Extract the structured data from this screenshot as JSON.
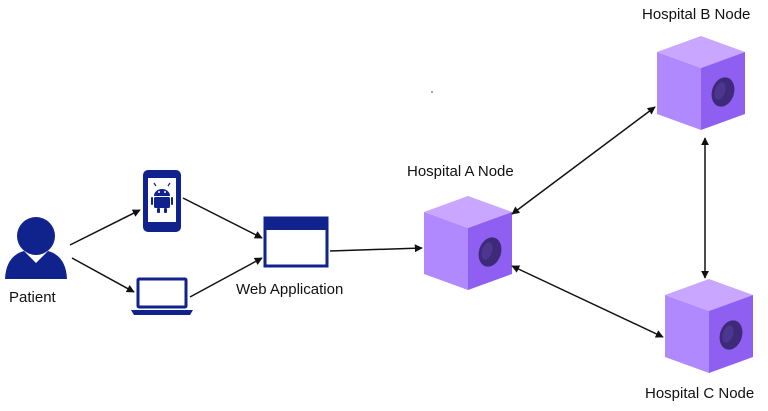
{
  "labels": {
    "patient": "Patient",
    "web_app": "Web Application",
    "hospital_a": "Hospital A Node",
    "hospital_b": "Hospital B Node",
    "hospital_c": "Hospital C Node"
  },
  "colors": {
    "icon_navy": "#10228c",
    "cube_top": "#c9a6ff",
    "cube_left": "#b089ff",
    "cube_right": "#8f5ff1",
    "cube_hole": "#3d2a78",
    "arrow": "#111111"
  }
}
